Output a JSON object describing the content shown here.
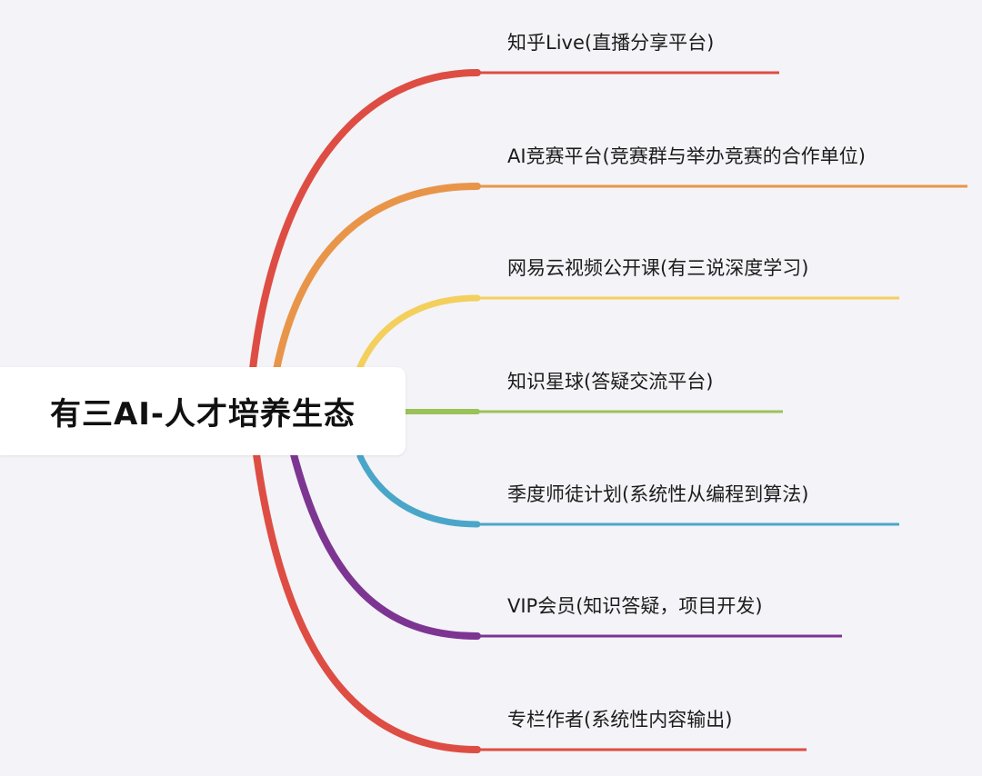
{
  "root": {
    "title": "有三AI-人才培养生态"
  },
  "branches": [
    {
      "label": "知乎Live(直播分享平台)",
      "color": "#de4d43"
    },
    {
      "label": "AI竞赛平台(竞赛群与举办竞赛的合作单位)",
      "color": "#e8954a"
    },
    {
      "label": "网易云视频公开课(有三说深度学习)",
      "color": "#f3cf5c"
    },
    {
      "label": "知识星球(答疑交流平台)",
      "color": "#9bc159"
    },
    {
      "label": "季度师徒计划(系统性从编程到算法)",
      "color": "#4aa6c9"
    },
    {
      "label": "VIP会员(知识答疑，项目开发)",
      "color": "#7d3592"
    },
    {
      "label": "专栏作者(系统性内容输出)",
      "color": "#de4d43"
    }
  ]
}
